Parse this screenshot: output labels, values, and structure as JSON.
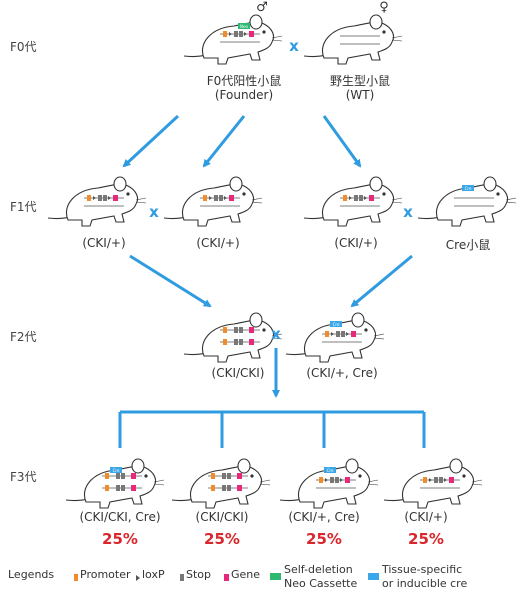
{
  "generations": [
    "F0代",
    "F1代",
    "F2代",
    "F3代"
  ],
  "cross_symbol": "x",
  "sex_symbols": {
    "male": "♂",
    "female": "♀"
  },
  "labels": {
    "f0_founder": [
      "F0代阳性小鼠",
      "(Founder)"
    ],
    "f0_wt": [
      "野生型小鼠",
      "(WT)"
    ],
    "f1": [
      "(CKI/+)",
      "(CKI/+)",
      "(CKI/+)",
      "Cre小鼠"
    ],
    "f2": [
      "(CKI/CKI)",
      "(CKI/+, Cre)"
    ],
    "f3": [
      "(CKI/CKI, Cre)",
      "(CKI/CKI)",
      "(CKI/+, Cre)",
      "(CKI/+)"
    ]
  },
  "percentages": [
    "25%",
    "25%",
    "25%",
    "25%"
  ],
  "legend": {
    "title": "Legends",
    "items": [
      {
        "label": "Promoter",
        "icon": "orange-square"
      },
      {
        "label": "loxP",
        "icon": "triangle"
      },
      {
        "label": "Stop",
        "icon": "gray-square"
      },
      {
        "label": "Gene",
        "icon": "pink-square"
      },
      {
        "label": "Self-deletion",
        "label2": "Neo Cassette",
        "icon": "neo-box"
      },
      {
        "label": "Tissue-specific",
        "label2": "or inducible cre",
        "icon": "cre-box"
      }
    ]
  },
  "colors": {
    "arrow": "#2f9be0",
    "percentage": "#d9262c",
    "promoter": "#f08c2a",
    "stop": "#777777",
    "gene": "#e8287a",
    "neo": "#2eb872",
    "cre": "#3aa7e8"
  }
}
